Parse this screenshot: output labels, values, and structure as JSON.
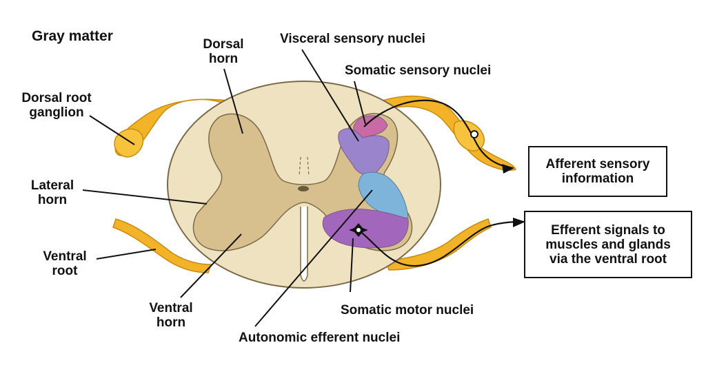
{
  "title": "Gray matter",
  "labels": {
    "dorsal_root_ganglion": [
      "Dorsal root",
      "ganglion"
    ],
    "lateral_horn": [
      "Lateral",
      "horn"
    ],
    "ventral_root": [
      "Ventral",
      "root"
    ],
    "dorsal_horn": [
      "Dorsal",
      "horn"
    ],
    "ventral_horn": [
      "Ventral",
      "horn"
    ],
    "visceral_sensory_nuclei": "Visceral sensory nuclei",
    "somatic_sensory_nuclei": "Somatic sensory nuclei",
    "somatic_motor_nuclei": "Somatic motor nuclei",
    "autonomic_efferent_nuclei": "Autonomic efferent nuclei"
  },
  "boxes": {
    "afferent": [
      "Afferent sensory",
      "information"
    ],
    "efferent": [
      "Efferent signals to",
      "muscles and glands",
      "via the ventral root"
    ]
  },
  "colors": {
    "white_matter": "#efe2c0",
    "gray_matter": "#d8c08e",
    "outline": "#7a6a48",
    "nerve_root": "#f2b328",
    "nerve_highlight": "#ffe38a",
    "somatic_sensory": "#c86aa6",
    "visceral_sensory": "#9a84cc",
    "autonomic_efferent": "#7fb4da",
    "somatic_motor": "#a267bd",
    "leader_line": "#111111"
  }
}
